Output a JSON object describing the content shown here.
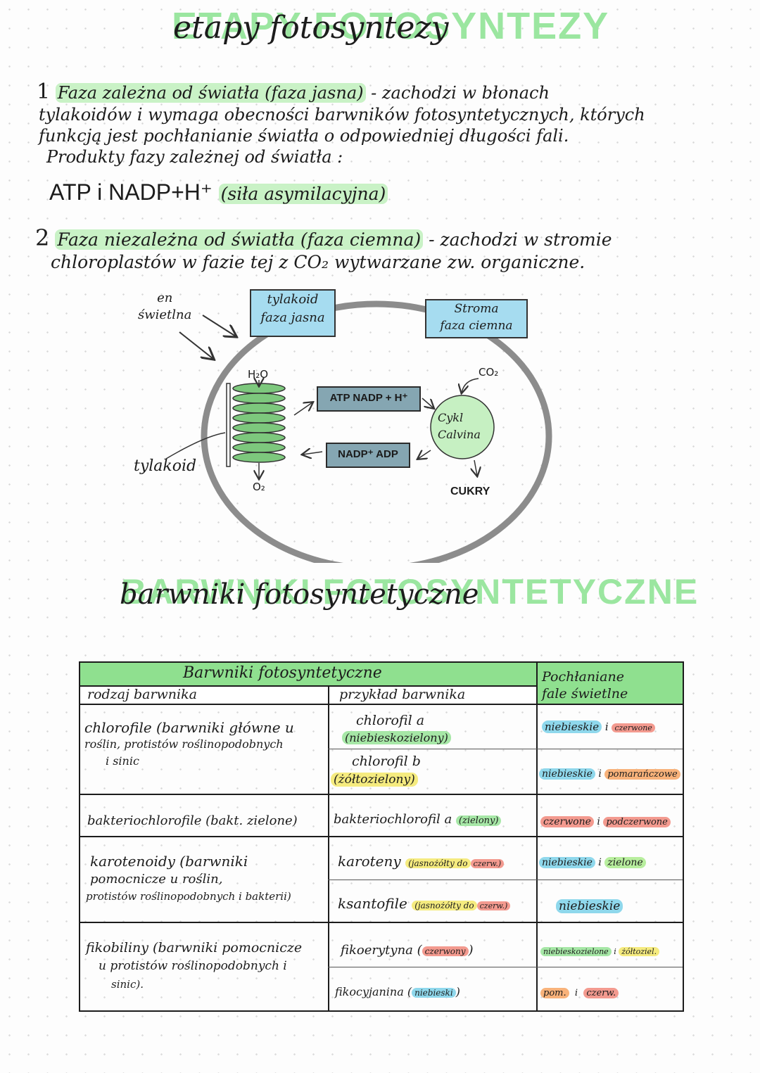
{
  "title1": {
    "block": "ETAPY FOTOSYNTEZY",
    "script": "etapy fotosyntezy"
  },
  "phase1": {
    "num": "1",
    "name": "Faza zależna od światła (faza jasna)",
    "line1_rest": " - zachodzi w błonach",
    "line2": "tylakoidów i wymaga obecności barwników fotosyntetycznych, których",
    "line3": "funkcją jest pochłanianie światła o odpowiedniej długości fali.",
    "products_label": "Produkty fazy zależnej od światła :",
    "products": "ATP i NADP+H⁺",
    "products_note": "(siła asymilacyjna)"
  },
  "phase2": {
    "num": "2",
    "name": "Faza niezależna od światła (faza ciemna)",
    "line1_rest": "- zachodzi w stromie",
    "line2": "chloroplastów w fazie tej z CO₂ wytwarzane zw. organiczne."
  },
  "diagram": {
    "light_label": "en\nświetlna",
    "thylakoid_box": {
      "line1": "tylakoid",
      "line2": "faza jasna"
    },
    "stroma_box": {
      "line1": "Stroma",
      "line2": "faza ciemna"
    },
    "h2o": "H₂O",
    "o2": "O₂",
    "co2": "CO₂",
    "box_top": "ATP NADP + H⁺",
    "box_bottom": "NADP⁺ ADP",
    "calvin_line1": "Cykl",
    "calvin_line2": "Calvina",
    "sugars": "CUKRY",
    "thylakoid_label": "tylakoid",
    "colors": {
      "box": "#a6dcf0",
      "product": "#85a6b2",
      "stack": "#7dc87d",
      "calvin": "#c6f0c2",
      "membrane": "#8c8c8c"
    }
  },
  "title2": {
    "block": "BARWNIKI FOTOSYNTETYCZNE",
    "script": "barwniki fotosyntetyczne"
  },
  "table": {
    "header_main": "Barwniki fotosyntetyczne",
    "header_type": "rodzaj barwnika",
    "header_example": "przykład barwnika",
    "header_absorb": "Pochłaniane fale świetlne",
    "rows": [
      {
        "type_lines": [
          "chlorofile (barwniki główne u",
          "roślin, protistów roślinopodobnych",
          "i sinic"
        ],
        "examples": [
          {
            "name": "chlorofil a",
            "note": "(niebieskozielony)",
            "absorb": [
              "niebieskie",
              "czerwone"
            ]
          },
          {
            "name": "chlorofil b",
            "note": "(żółtozielony)",
            "absorb": [
              "niebieskie",
              "pomarańczowe"
            ]
          }
        ]
      },
      {
        "type_lines": [
          "bakteriochlorofile (bakt. zielone)"
        ],
        "examples": [
          {
            "name": "bakteriochlorofil a",
            "note": "(zielony)",
            "absorb": [
              "czerwone",
              "podczerwone"
            ]
          }
        ]
      },
      {
        "type_lines": [
          "karotenoidy (barwniki",
          "pomocnicze u roślin,",
          "protistów roślinopodobnych i bakterii)"
        ],
        "examples": [
          {
            "name": "karoteny",
            "note_a": "(jasnożółty do",
            "note_b": "czerw.)",
            "absorb": [
              "niebieskie",
              "zielone"
            ]
          },
          {
            "name": "ksantofile",
            "note_a": "(jasnożółty do",
            "note_b": "czerw.)",
            "absorb": [
              "niebieskie"
            ]
          }
        ]
      },
      {
        "type_lines": [
          "fikobiliny (barwniki pomocnicze",
          "u protistów roślinopodobnych i",
          "sinic)."
        ],
        "examples": [
          {
            "name": "fikoerytyna",
            "note": "czerwony",
            "absorb": [
              "niebieskozielone",
              "żółtoziel."
            ]
          },
          {
            "name": "fikocyjanina",
            "note": "niebieski",
            "absorb": [
              "pom.",
              "czerw."
            ]
          }
        ]
      }
    ]
  }
}
